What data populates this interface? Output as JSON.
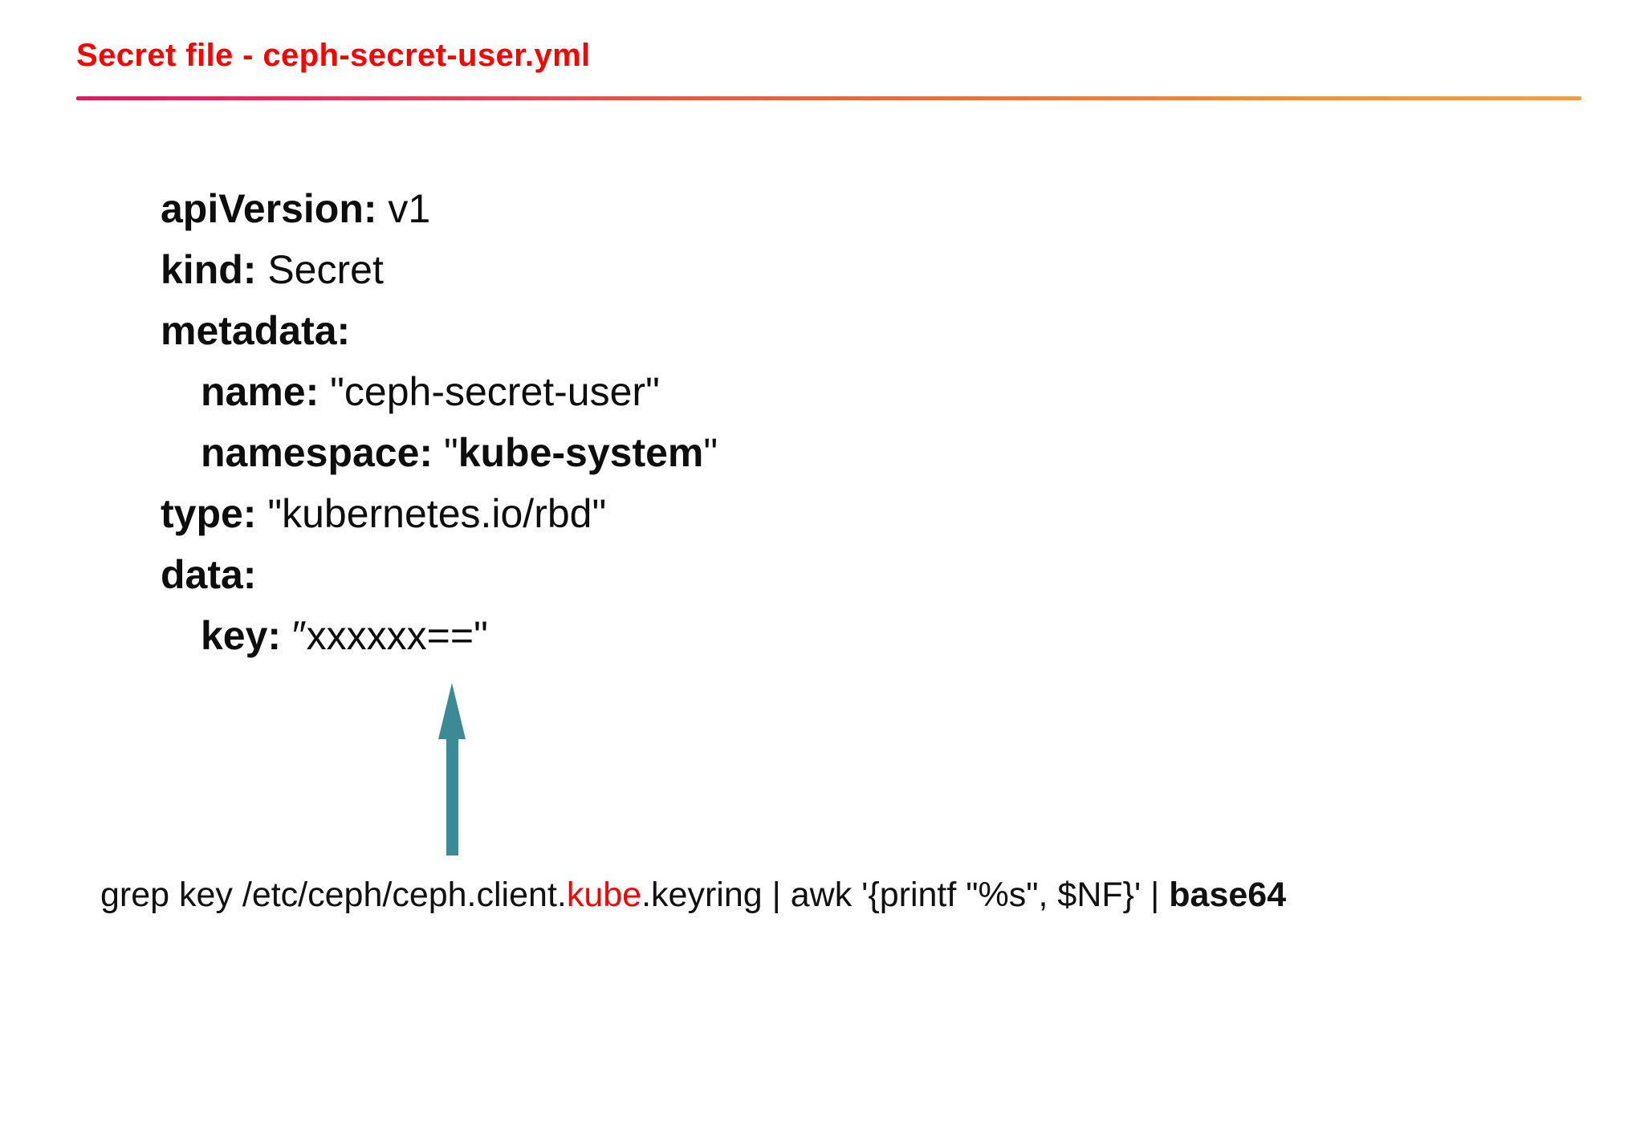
{
  "slide": {
    "title": "Secret file  -  ceph-secret-user.yml",
    "title_color": "#ff0000",
    "rule_gradient_start": "#cf1f63",
    "rule_gradient_end": "#e89440",
    "background": "#ffffff"
  },
  "yaml": {
    "lines": [
      {
        "indent": 0,
        "key": "apiVersion:",
        "value": " v1"
      },
      {
        "indent": 0,
        "key": "kind:",
        "value": " Secret"
      },
      {
        "indent": 0,
        "key": "metadata:",
        "value": ""
      },
      {
        "indent": 1,
        "key": "name:",
        "open_quote": " \"",
        "value": "ceph-secret-user",
        "close_quote": "\"",
        "value_bold": false
      },
      {
        "indent": 1,
        "key": "namespace:",
        "open_quote": " \"",
        "value": "kube-system",
        "close_quote": "\"",
        "value_bold": true
      },
      {
        "indent": 0,
        "key": "type:",
        "open_quote": " \"",
        "value": "kubernetes.io/rbd",
        "close_quote": "\"",
        "value_bold": false
      },
      {
        "indent": 0,
        "key": "data:",
        "value": ""
      },
      {
        "indent": 1,
        "key": "key:",
        "open_quote": " ″",
        "value": "xxxxxx==",
        "close_quote": "\"",
        "value_bold": false
      }
    ],
    "line_0_key": "apiVersion:",
    "line_0_value": " v1",
    "line_1_key": "kind:",
    "line_1_value": " Secret",
    "line_2_key": "metadata:",
    "line_3_key": "name:",
    "line_3_openq": " \"",
    "line_3_value": "ceph-secret-user",
    "line_3_closeq": "\"",
    "line_4_key": "namespace:",
    "line_4_openq": " \"",
    "line_4_value": "kube-system",
    "line_4_closeq": "\"",
    "line_5_key": "type:",
    "line_5_openq": " \"",
    "line_5_value": "kubernetes.io/rbd",
    "line_5_closeq": "\"",
    "line_6_key": "data:",
    "line_7_key": "key:",
    "line_7_openq": " ″",
    "line_7_value": "xxxxxx==",
    "line_7_closeq": "\""
  },
  "annotation": {
    "arrow_icon": "up-arrow-icon",
    "arrow_color": "#3b8a95",
    "points_to": "key: ″xxxxxx==\""
  },
  "command": {
    "full_text": "grep key /etc/ceph/ceph.client.kube.keyring | awk '{printf \"%s\", $NF}' | base64",
    "part_1": "grep key /etc/ceph/ceph.client.",
    "part_highlight": "kube",
    "part_highlight_color": "#ff0000",
    "part_2": ".keyring | awk '{printf \"%s\", $NF}' | ",
    "part_bold": "base64"
  }
}
